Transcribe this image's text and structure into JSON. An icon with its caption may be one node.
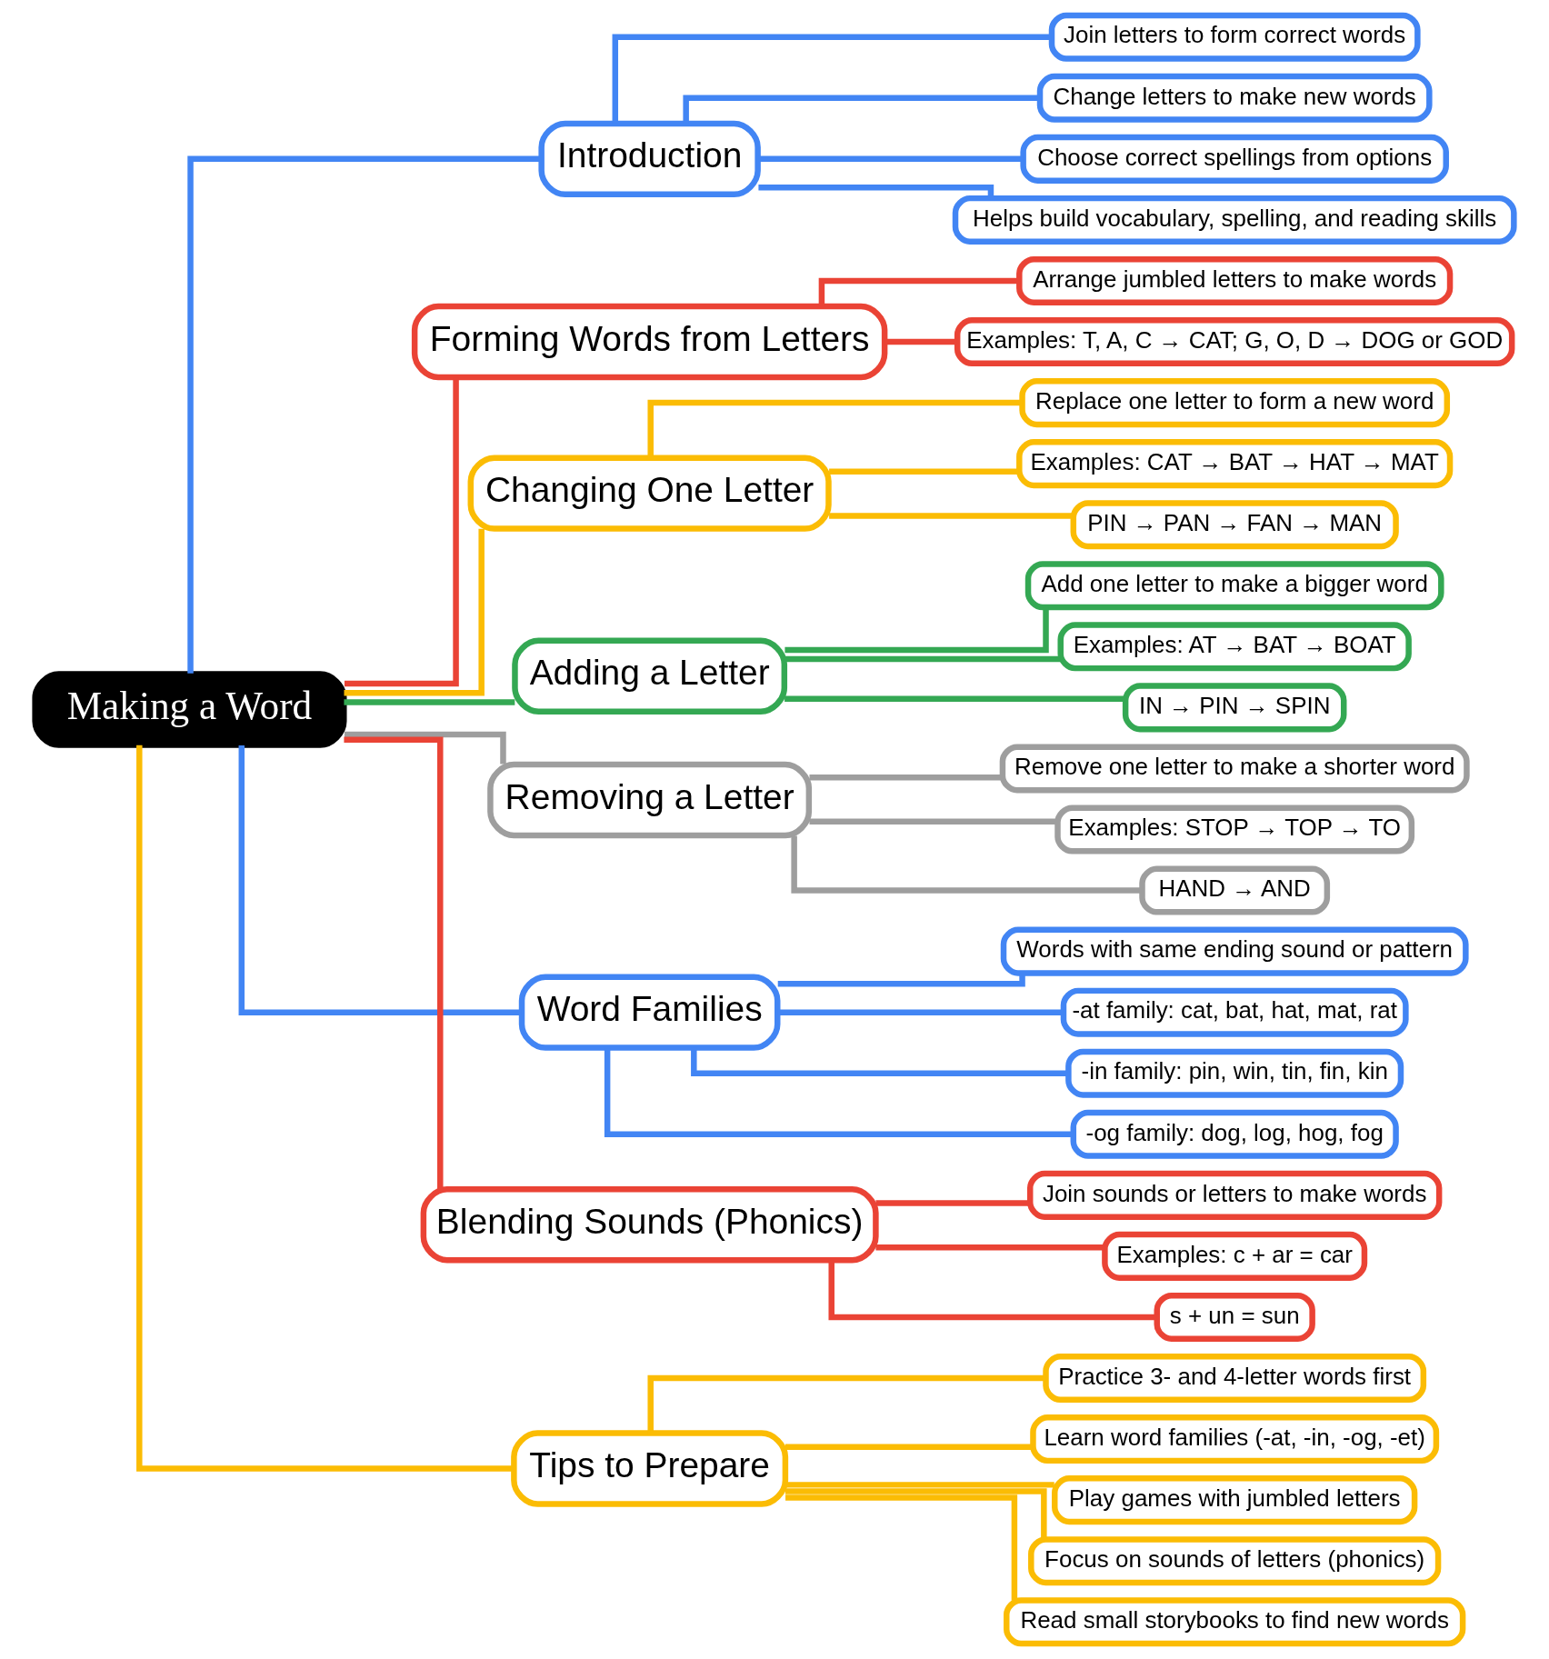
{
  "diagram": {
    "nodes": [
      {
        "text": [
          "Making a Word"
        ]
      },
      {
        "text": [
          "Introduction"
        ]
      },
      {
        "text": [
          "Join letters to form correct words"
        ]
      },
      {
        "text": [
          "Change letters to make new words"
        ]
      },
      {
        "text": [
          "Choose correct spellings from options"
        ]
      },
      {
        "text": [
          "Helps build vocabulary, spelling, and reading skills"
        ]
      },
      {
        "text": [
          "Forming Words from Letters"
        ]
      },
      {
        "text": [
          "Arrange jumbled letters to make words"
        ]
      },
      {
        "text": [
          "Examples: T, A, C → CAT; G, O, D → DOG or GOD"
        ]
      },
      {
        "text": [
          "Changing One Letter"
        ]
      },
      {
        "text": [
          "Replace one letter to form a new word"
        ]
      },
      {
        "text": [
          "Examples: CAT → BAT → HAT → MAT"
        ]
      },
      {
        "text": [
          "PIN → PAN → FAN → MAN"
        ]
      },
      {
        "text": [
          "Adding a Letter"
        ]
      },
      {
        "text": [
          "Add one letter to make a bigger word"
        ]
      },
      {
        "text": [
          "Examples: AT → BAT → BOAT"
        ]
      },
      {
        "text": [
          "IN → PIN → SPIN"
        ]
      },
      {
        "text": [
          "Removing a Letter"
        ]
      },
      {
        "text": [
          "Remove one letter to make a shorter word"
        ]
      },
      {
        "text": [
          "Examples: STOP → TOP → TO"
        ]
      },
      {
        "text": [
          "HAND → AND"
        ]
      },
      {
        "text": [
          "Word Families"
        ]
      },
      {
        "text": [
          "Words with same ending sound or pattern"
        ]
      },
      {
        "text": [
          "-at family: cat, bat, hat, mat, rat"
        ]
      },
      {
        "text": [
          "-in family: pin, win, tin, fin, kin"
        ]
      },
      {
        "text": [
          "-og family: dog, log, hog, fog"
        ]
      },
      {
        "text": [
          "Blending Sounds (Phonics)"
        ]
      },
      {
        "text": [
          "Join sounds or letters to make words"
        ]
      },
      {
        "text": [
          "Examples: c + ar = car"
        ]
      },
      {
        "text": [
          "s + un = sun"
        ]
      },
      {
        "text": [
          "Tips to Prepare"
        ]
      },
      {
        "text": [
          "Practice 3- and 4-letter words first"
        ]
      },
      {
        "text": [
          "Learn word families (-at, -in, -og, -et)"
        ]
      },
      {
        "text": [
          "Play games with jumbled letters"
        ]
      },
      {
        "text": [
          "Focus on sounds of letters (phonics)"
        ]
      },
      {
        "text": [
          "Read small storybooks to find new words"
        ]
      }
    ],
    "edges": [
      {
        "from": 0,
        "to": 1,
        "arrow": "none",
        "color": "#4285f4"
      },
      {
        "from": 1,
        "to": 2,
        "arrow": "none",
        "color": "#4285f4"
      },
      {
        "from": 1,
        "to": 3,
        "arrow": "none",
        "color": "#4285f4"
      },
      {
        "from": 1,
        "to": 4,
        "arrow": "none",
        "color": "#4285f4"
      },
      {
        "from": 1,
        "to": 5,
        "arrow": "none",
        "color": "#4285f4"
      },
      {
        "from": 0,
        "to": 6,
        "arrow": "none",
        "color": "#ea4335"
      },
      {
        "from": 6,
        "to": 7,
        "arrow": "none",
        "color": "#ea4335"
      },
      {
        "from": 6,
        "to": 8,
        "arrow": "none",
        "color": "#ea4335"
      },
      {
        "from": 0,
        "to": 9,
        "arrow": "none",
        "color": "#fbbc04"
      },
      {
        "from": 9,
        "to": 10,
        "arrow": "none",
        "color": "#fbbc04"
      },
      {
        "from": 9,
        "to": 11,
        "arrow": "none",
        "color": "#fbbc04"
      },
      {
        "from": 9,
        "to": 12,
        "arrow": "none",
        "color": "#fbbc04"
      },
      {
        "from": 0,
        "to": 13,
        "arrow": "none",
        "color": "#34a853"
      },
      {
        "from": 13,
        "to": 14,
        "arrow": "none",
        "color": "#34a853"
      },
      {
        "from": 13,
        "to": 15,
        "arrow": "none",
        "color": "#34a853"
      },
      {
        "from": 13,
        "to": 16,
        "arrow": "none",
        "color": "#34a853"
      },
      {
        "from": 0,
        "to": 17,
        "arrow": "none",
        "color": "#9e9e9e"
      },
      {
        "from": 17,
        "to": 18,
        "arrow": "none",
        "color": "#9e9e9e"
      },
      {
        "from": 17,
        "to": 19,
        "arrow": "none",
        "color": "#9e9e9e"
      },
      {
        "from": 17,
        "to": 20,
        "arrow": "none",
        "color": "#9e9e9e"
      },
      {
        "from": 0,
        "to": 21,
        "arrow": "none",
        "color": "#4285f4"
      },
      {
        "from": 21,
        "to": 22,
        "arrow": "none",
        "color": "#4285f4"
      },
      {
        "from": 21,
        "to": 23,
        "arrow": "none",
        "color": "#4285f4"
      },
      {
        "from": 21,
        "to": 24,
        "arrow": "none",
        "color": "#4285f4"
      },
      {
        "from": 21,
        "to": 25,
        "arrow": "none",
        "color": "#4285f4"
      },
      {
        "from": 0,
        "to": 26,
        "arrow": "none",
        "color": "#ea4335"
      },
      {
        "from": 26,
        "to": 27,
        "arrow": "none",
        "color": "#ea4335"
      },
      {
        "from": 26,
        "to": 28,
        "arrow": "none",
        "color": "#ea4335"
      },
      {
        "from": 26,
        "to": 29,
        "arrow": "none",
        "color": "#ea4335"
      },
      {
        "from": 0,
        "to": 30,
        "arrow": "none",
        "color": "#fbbc04"
      },
      {
        "from": 30,
        "to": 31,
        "arrow": "none",
        "color": "#fbbc04"
      },
      {
        "from": 30,
        "to": 32,
        "arrow": "none",
        "color": "#fbbc04"
      },
      {
        "from": 30,
        "to": 33,
        "arrow": "none",
        "color": "#fbbc04"
      },
      {
        "from": 30,
        "to": 34,
        "arrow": "none",
        "color": "#fbbc04"
      },
      {
        "from": 30,
        "to": 35,
        "arrow": "none",
        "color": "#fbbc04"
      }
    ]
  }
}
